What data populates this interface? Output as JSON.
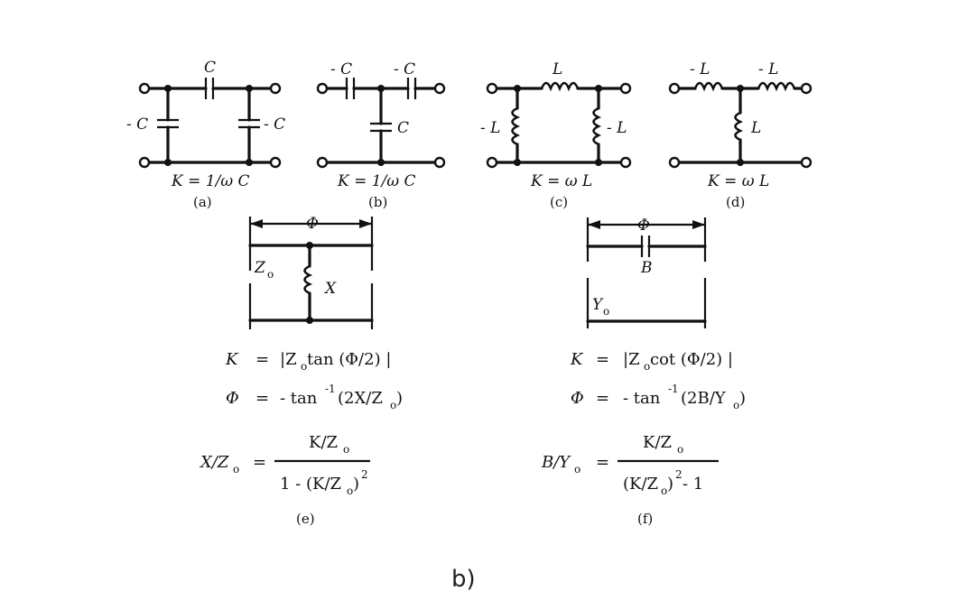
{
  "circuit_a": {
    "series_cap": "C",
    "shunt_left": "- C",
    "shunt_right": "- C",
    "k_expr": "K = 1/ω C",
    "caption": "(a)"
  },
  "circuit_b": {
    "series_left": "- C",
    "series_right": "- C",
    "shunt": "C",
    "k_expr": "K = 1/ω C",
    "caption": "(b)"
  },
  "circuit_c": {
    "series_ind": "L",
    "shunt_left": "- L",
    "shunt_right": "- L",
    "k_expr": "K = ω L",
    "caption": "(c)"
  },
  "circuit_d": {
    "series_left": "- L",
    "series_right": "- L",
    "shunt": "L",
    "k_expr": "K = ω L",
    "caption": "(d)"
  },
  "circuit_e": {
    "phase": "Φ",
    "impedance": "Z",
    "impedance_sub": "o",
    "reactance": "X",
    "eq1_lhs": "K",
    "eq1_rhs": "|Z",
    "eq1_tail": " tan (Φ/2) |",
    "eq2_lhs": "Φ",
    "eq2_rhs": "- tan",
    "eq2_sup": "-1",
    "eq2_tail": " (2X/Z",
    "eq2_close": ")",
    "eq3_lhs": "X/Z",
    "eq3_num": "K/Z",
    "eq3_den": "1 - (K/Z",
    "eq3_den_close": ")",
    "eq3_sup": "2",
    "sub_o": "o",
    "equals": "=",
    "caption": "(e)"
  },
  "circuit_f": {
    "phase": "Φ",
    "admittance": "Y",
    "admittance_sub": "o",
    "susceptance": "B",
    "eq1_lhs": "K",
    "eq1_rhs": "|Z",
    "eq1_tail": " cot (Φ/2) |",
    "eq2_lhs": "Φ",
    "eq2_rhs": "- tan",
    "eq2_sup": "-1",
    "eq2_tail": " (2B/Y",
    "eq2_close": ")",
    "eq3_lhs": "B/Y",
    "eq3_num": "K/Z",
    "eq3_den": "(K/Z",
    "eq3_den_close": ")",
    "eq3_den_tail": " - 1",
    "eq3_sup": "2",
    "sub_o": "o",
    "equals": "=",
    "caption": "(f)"
  },
  "figure_label": "b)"
}
